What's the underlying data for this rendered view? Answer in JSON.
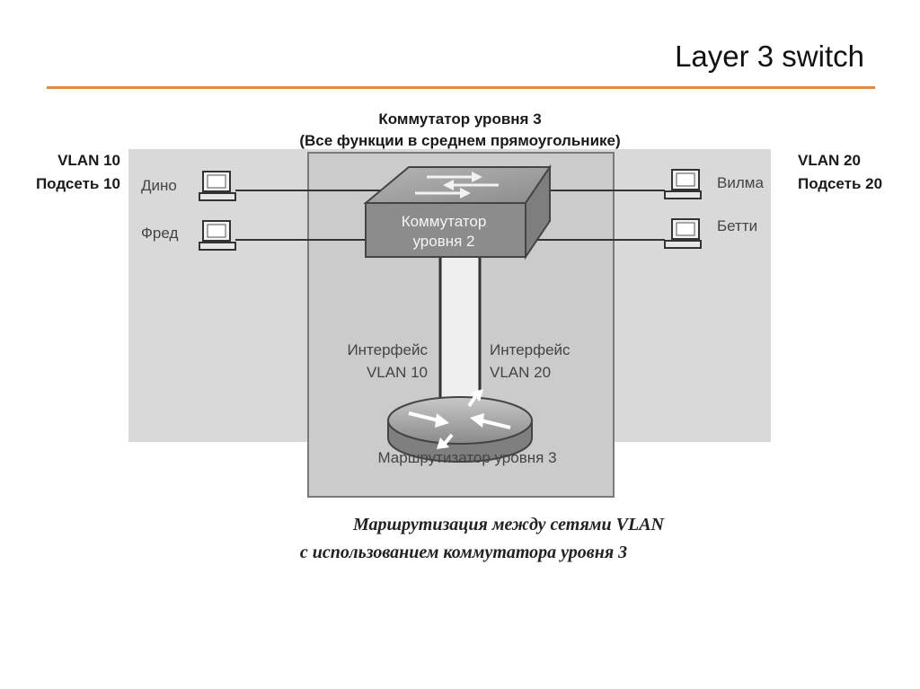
{
  "slide_title": "Layer 3 switch",
  "diagram": {
    "header_line1": "Коммутатор уровня 3",
    "header_line2": "(Все функции в среднем прямоугольнике)",
    "left_vlan": "VLAN 10",
    "left_subnet": "Подсеть 10",
    "right_vlan": "VLAN 20",
    "right_subnet": "Подсеть 20",
    "host_dino": "Дино",
    "host_fred": "Фред",
    "host_vilma": "Вилма",
    "host_betti": "Бетти",
    "switch_line1": "Коммутатор",
    "switch_line2": "уровня 2",
    "iface_left_line1": "Интерфейс",
    "iface_left_line2": "VLAN 10",
    "iface_right_line1": "Интерфейс",
    "iface_right_line2": "VLAN 20",
    "router_label": "Маршрутизатор уровня 3",
    "caption_line1": "Маршрутизация между сетями VLAN",
    "caption_line2": "с использованием коммутатора уровня 3"
  },
  "colors": {
    "accent_rule": "#e58a3a",
    "outer_band": "#d9d9d9",
    "center_box": "#c9c9c9",
    "device_fill": "#8f8f8f"
  }
}
